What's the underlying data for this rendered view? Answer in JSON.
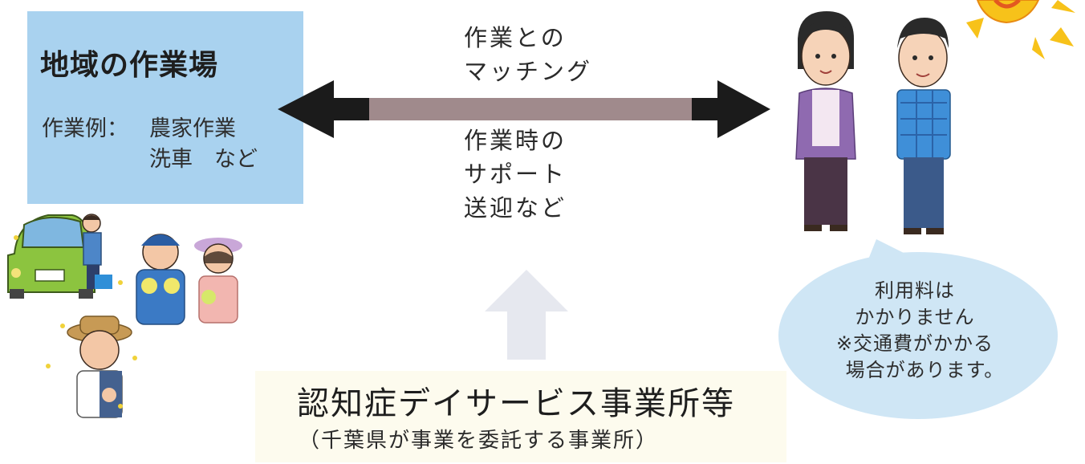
{
  "workplace": {
    "title": "地域の作業場",
    "examples_label": "作業例：",
    "examples_line1": "農家作業",
    "examples_line2": "洗車　など"
  },
  "arrow": {
    "top_text": [
      "作業との",
      "マッチング"
    ],
    "bottom_text": [
      "作業時の",
      "サポート",
      "送迎など"
    ]
  },
  "office": {
    "name": "認知症デイサービス事業所等",
    "subtitle": "（千葉県が事業を委託する事業所）"
  },
  "bubble": {
    "lines": [
      "利用料は",
      "かかりません",
      "※交通費がかかる",
      "　場合があります。"
    ]
  },
  "colors": {
    "workplace_box": "#a9d2ef",
    "arrow_head": "#1b1b1b",
    "arrow_shaft": "#a08a8c",
    "up_arrow": "#e6e8ef",
    "bubble": "#cfe6f5",
    "office_box": "#fdfbee",
    "sun": "#f7c21a"
  },
  "icons": {
    "left_illustration": "workers-illustration",
    "right_illustration": "elderly-couple-illustration",
    "corner": "sun-icon"
  }
}
